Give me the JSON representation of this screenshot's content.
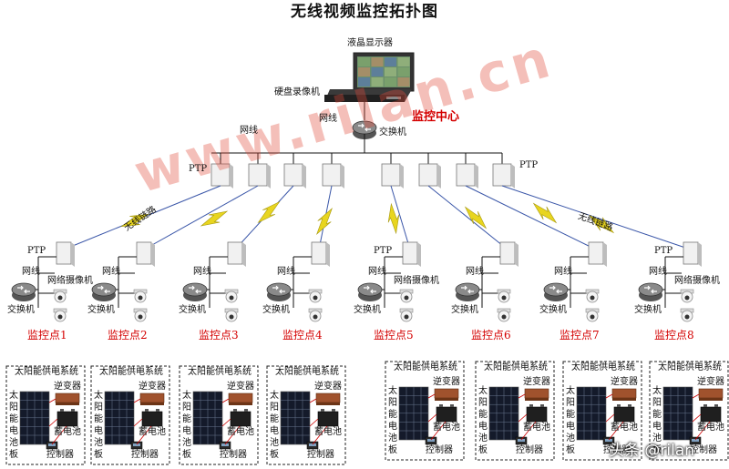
{
  "title": "无线视频监控拓扑图",
  "center": {
    "monitor_label": "液晶显示器",
    "nvr_label": "硬盘录像机",
    "cable_label": "网线",
    "switch_label": "交换机",
    "center_label": "监控中心"
  },
  "backbone": {
    "cable_label": "网线",
    "ptp_left": "PTP",
    "ptp_right": "PTP"
  },
  "links": {
    "label_left": "无线链路",
    "label_right": "无线链路"
  },
  "watermark": "www.rilan.cn",
  "brand": "头条 @rilan",
  "colors": {
    "red": "#d40000",
    "link_blue": "#3a56a8",
    "bolt": "#e8d51f"
  },
  "sites": [
    {
      "name": "监控点1",
      "ptp": "PTP",
      "cable": "网线",
      "camera": "网络摄像机",
      "switch": "交换机"
    },
    {
      "name": "监控点2",
      "ptp": "",
      "cable": "网线",
      "camera": "",
      "switch": "交换机"
    },
    {
      "name": "监控点3",
      "ptp": "",
      "cable": "网线",
      "camera": "",
      "switch": "交换机"
    },
    {
      "name": "监控点4",
      "ptp": "",
      "cable": "网线",
      "camera": "",
      "switch": "交换机"
    },
    {
      "name": "监控点5",
      "ptp": "PTP",
      "cable": "网线",
      "camera": "网络摄像机",
      "switch": "交换机"
    },
    {
      "name": "监控点6",
      "ptp": "",
      "cable": "网线",
      "camera": "",
      "switch": "交换机"
    },
    {
      "name": "监控点7",
      "ptp": "",
      "cable": "网线",
      "camera": "",
      "switch": "交换机"
    },
    {
      "name": "监控点8",
      "ptp": "PTP",
      "cable": "网线",
      "camera": "网络摄像机",
      "switch": "交换机"
    }
  ],
  "solar": {
    "title": "太阳能供电系统",
    "panel_label": "太阳能电池板",
    "inverter": "逆变器",
    "battery": "蓄电池",
    "controller": "控制器"
  }
}
